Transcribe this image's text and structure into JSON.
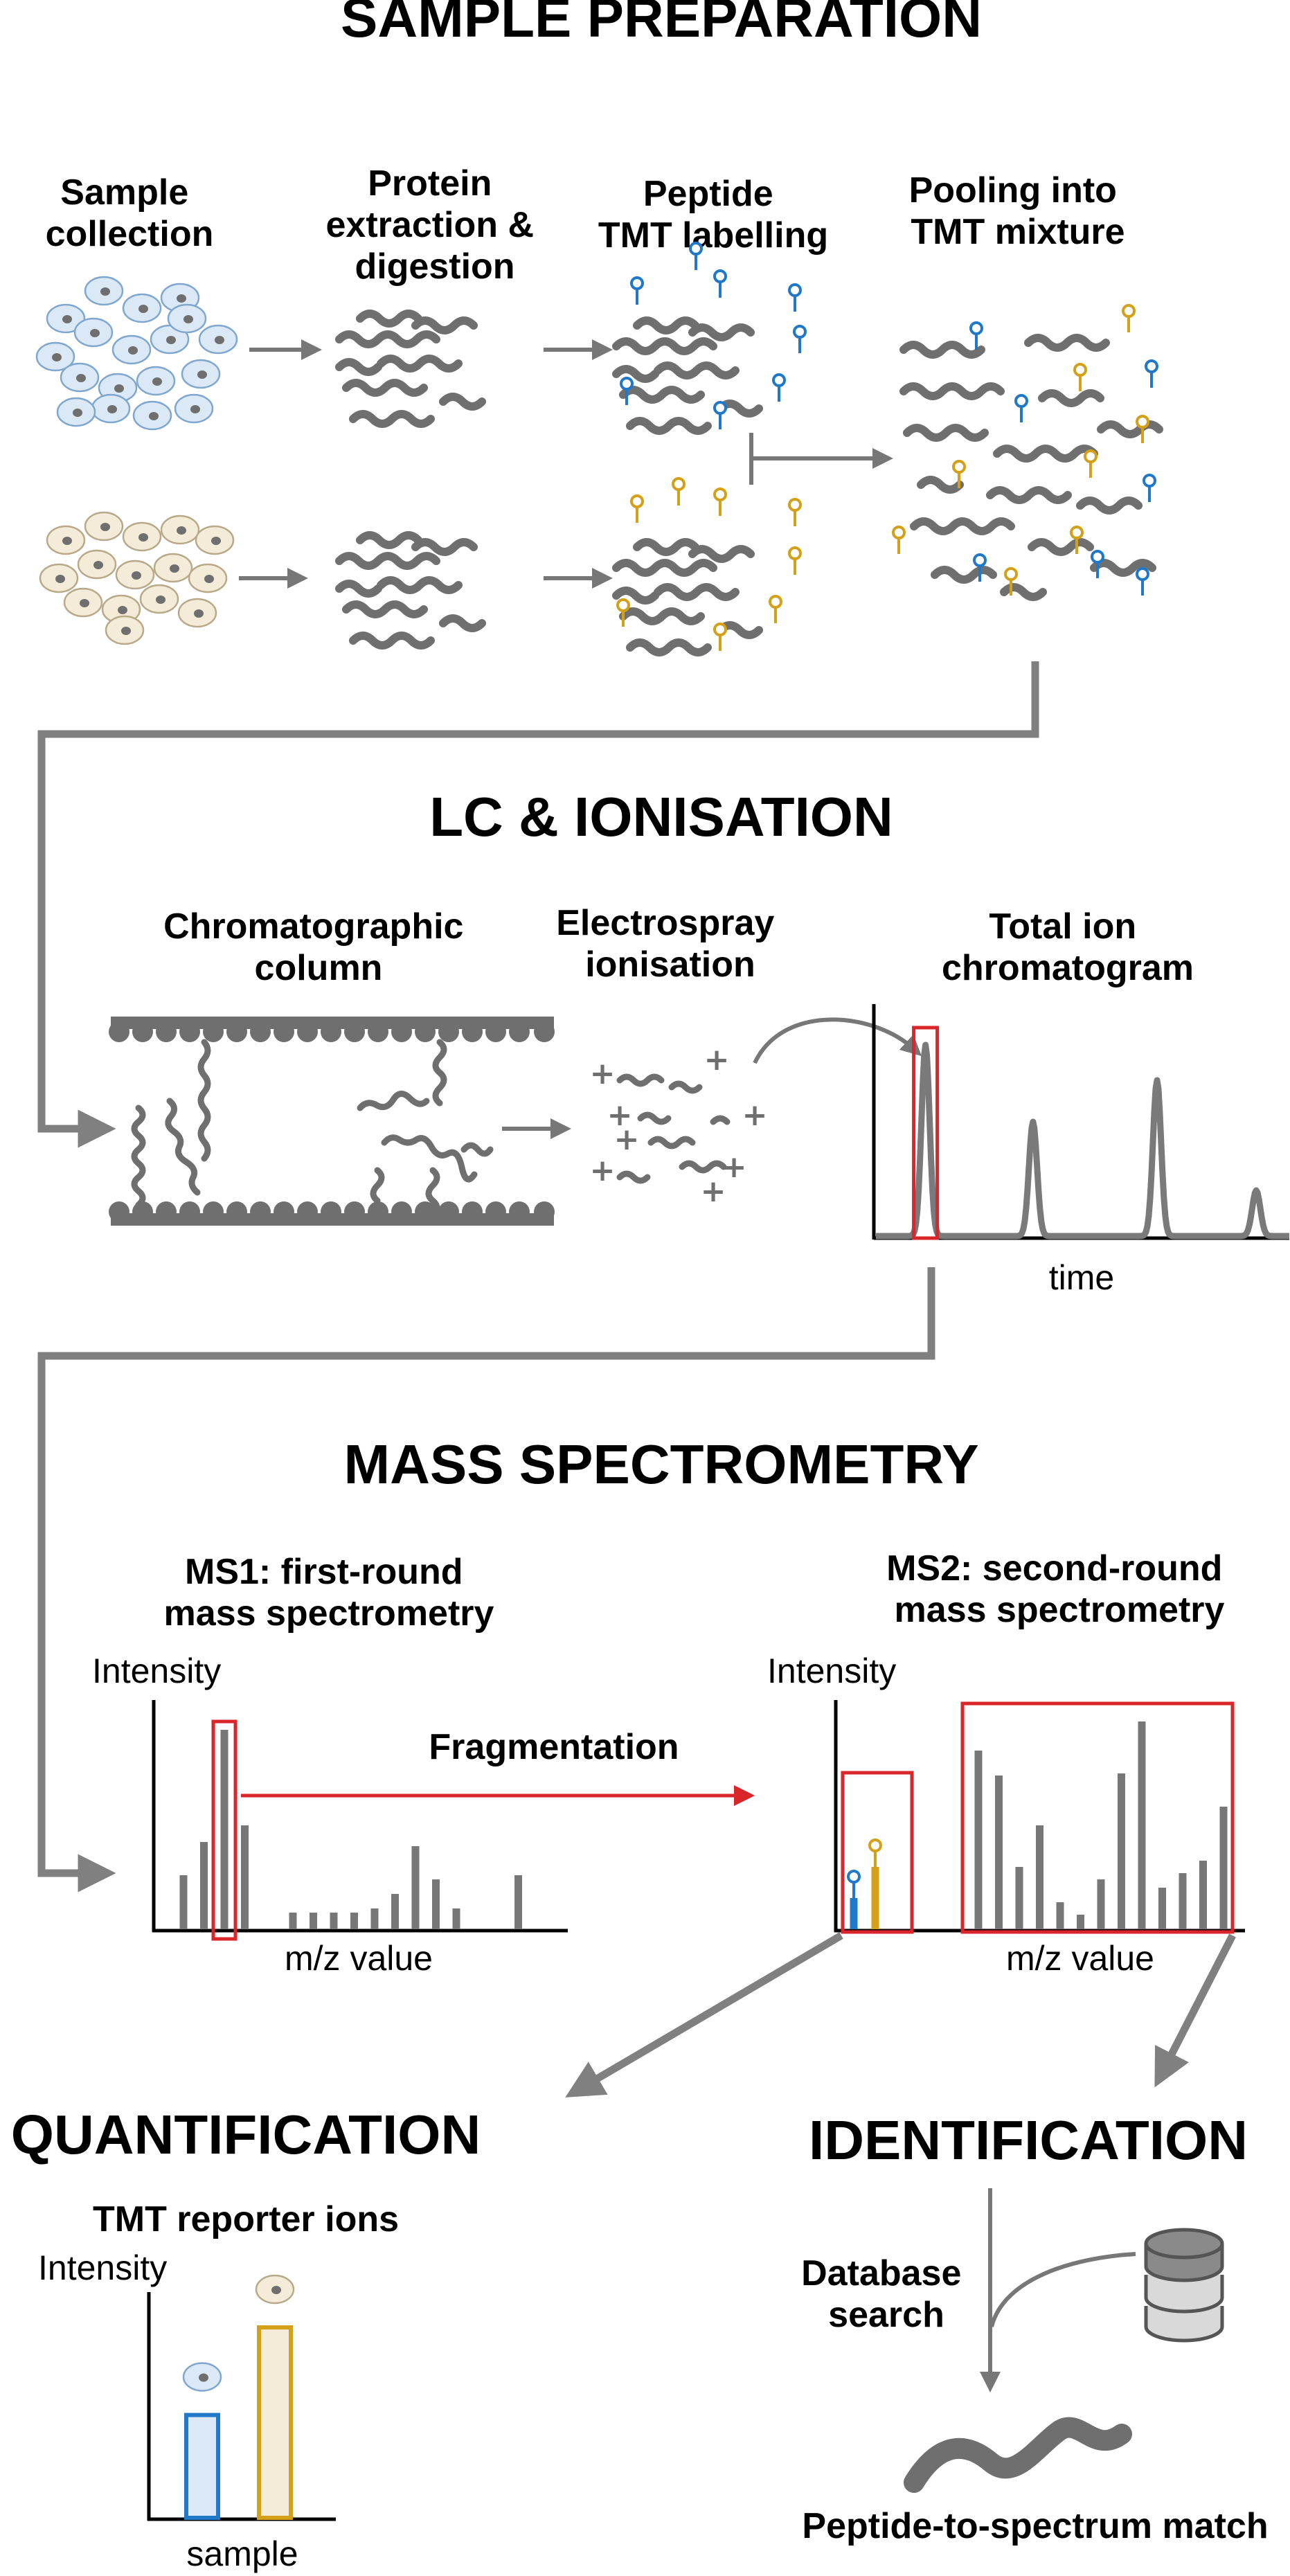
{
  "colors": {
    "gray": "#777777",
    "blue": "#1f78c8",
    "gold": "#d4a017",
    "red": "#d9262b",
    "cell_blue_fill": "#dbe9f6",
    "cell_beige_fill": "#f4ecd9"
  },
  "sections": {
    "sample_preparation": "SAMPLE PREPARATION",
    "lc_ionisation": "LC & IONISATION",
    "mass_spectrometry": "MASS SPECTROMETRY",
    "quantification": "QUANTIFICATION",
    "identification": "IDENTIFICATION"
  },
  "sample_prep": {
    "sample_collection": [
      "Sample",
      "collection"
    ],
    "protein_extraction": [
      "Protein",
      "extraction &",
      "digestion"
    ],
    "tmt_labelling": [
      "Peptide",
      "TMT labelling"
    ],
    "pooling": [
      "Pooling into",
      "TMT mixture"
    ]
  },
  "lc": {
    "column": [
      "Chromatographic",
      "column"
    ],
    "electrospray": [
      "Electrospray",
      "ionisation"
    ],
    "tic": [
      "Total ion",
      "chromatogram"
    ],
    "time_label": "time"
  },
  "ms": {
    "ms1_title": [
      "MS1: first-round",
      "mass spectrometry"
    ],
    "ms2_title": [
      "MS2: second-round",
      "mass spectrometry"
    ],
    "intensity": "Intensity",
    "mz": "m/z value",
    "fragmentation": "Fragmentation"
  },
  "quant": {
    "title": "TMT reporter ions",
    "ylabel": "Intensity",
    "xlabel": "sample"
  },
  "ident": {
    "database_search": [
      "Database",
      "search"
    ],
    "psm": "Peptide-to-spectrum match",
    "database_icon": "database-icon"
  },
  "chart_data": [
    {
      "type": "line",
      "xlabel": "time",
      "ylabel": "",
      "peaks": [
        {
          "position": 0.12,
          "height": 0.92
        },
        {
          "position": 0.38,
          "height": 0.55
        },
        {
          "position": 0.68,
          "height": 0.75
        },
        {
          "position": 0.92,
          "height": 0.22
        }
      ],
      "highlighted_peak": 0
    },
    {
      "type": "bar",
      "title": "MS1: first-round mass spectrometry",
      "xlabel": "m/z value",
      "ylabel": "Intensity",
      "values": [
        0.26,
        0.42,
        0.96,
        0.5,
        0.08,
        0.08,
        0.08,
        0.08,
        0.1,
        0.17,
        0.4,
        0.24,
        0.1,
        0.26
      ],
      "highlighted_index": 2
    },
    {
      "type": "bar",
      "title": "MS2: second-round mass spectrometry",
      "xlabel": "m/z value",
      "ylabel": "Intensity",
      "reporter_ions": [
        {
          "label": "blue",
          "value": 0.15
        },
        {
          "label": "gold",
          "value": 0.3
        }
      ],
      "fragments": [
        0.86,
        0.74,
        0.3,
        0.5,
        0.13,
        0.07,
        0.24,
        0.75,
        1.0,
        0.2,
        0.27,
        0.33,
        0.59
      ]
    },
    {
      "type": "bar",
      "title": "TMT reporter ions",
      "xlabel": "sample",
      "ylabel": "Intensity",
      "categories": [
        "blue sample",
        "gold sample"
      ],
      "values": [
        0.54,
        1.0
      ]
    }
  ]
}
